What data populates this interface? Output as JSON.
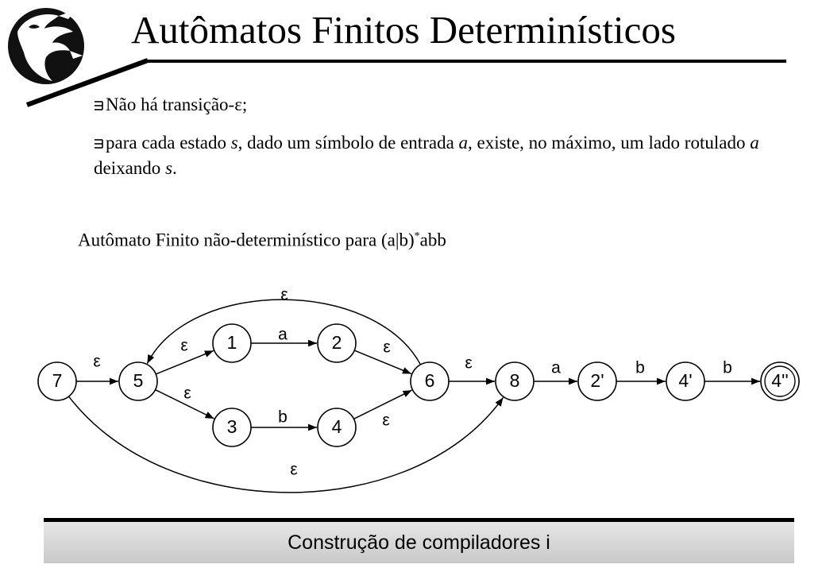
{
  "slide": {
    "title": "Autômatos Finitos Determinísticos",
    "bullets": [
      {
        "text": "Não há transição-ε;"
      },
      {
        "parts": [
          "para cada estado ",
          "s",
          ", dado um símbolo de entrada ",
          "a",
          ", existe, no máximo, um lado rotulado ",
          "a",
          " deixando ",
          "s",
          "."
        ]
      }
    ],
    "subtitle_main": "Autômato Finito não-determinístico para (a|b)",
    "subtitle_sup": "*",
    "subtitle_tail": "abb",
    "footer": "Construção de compiladores i"
  },
  "diagram": {
    "nodes": [
      {
        "id": "7",
        "label": "7",
        "accepting": false
      },
      {
        "id": "5",
        "label": "5",
        "accepting": false
      },
      {
        "id": "1",
        "label": "1",
        "accepting": false
      },
      {
        "id": "2",
        "label": "2",
        "accepting": false
      },
      {
        "id": "3",
        "label": "3",
        "accepting": false
      },
      {
        "id": "4",
        "label": "4",
        "accepting": false
      },
      {
        "id": "6",
        "label": "6",
        "accepting": false
      },
      {
        "id": "8",
        "label": "8",
        "accepting": false
      },
      {
        "id": "2p",
        "label": "2'",
        "accepting": false
      },
      {
        "id": "4p",
        "label": "4'",
        "accepting": false
      },
      {
        "id": "4pp",
        "label": "4''",
        "accepting": true
      }
    ],
    "edges": [
      {
        "from": "7",
        "to": "5",
        "label": "ε"
      },
      {
        "from": "5",
        "to": "1",
        "label": "ε"
      },
      {
        "from": "5",
        "to": "3",
        "label": "ε"
      },
      {
        "from": "1",
        "to": "2",
        "label": "a"
      },
      {
        "from": "3",
        "to": "4",
        "label": "b"
      },
      {
        "from": "2",
        "to": "6",
        "label": "ε"
      },
      {
        "from": "4",
        "to": "6",
        "label": "ε"
      },
      {
        "from": "6",
        "to": "5",
        "label": "ε"
      },
      {
        "from": "6",
        "to": "8",
        "label": "ε"
      },
      {
        "from": "7",
        "to": "8",
        "label": "ε"
      },
      {
        "from": "8",
        "to": "2p",
        "label": "a"
      },
      {
        "from": "2p",
        "to": "4p",
        "label": "b"
      },
      {
        "from": "4p",
        "to": "4pp",
        "label": "b"
      }
    ]
  }
}
